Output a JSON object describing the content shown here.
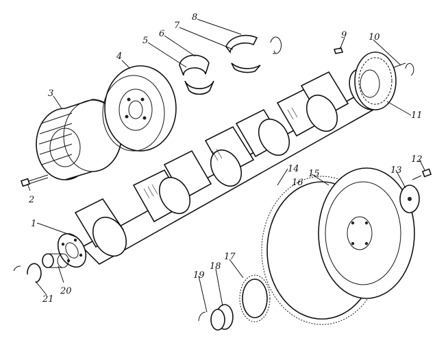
{
  "figure": {
    "part_labels": [
      {
        "id": "1",
        "text": "1"
      },
      {
        "id": "2",
        "text": "2"
      },
      {
        "id": "3",
        "text": "3"
      },
      {
        "id": "4",
        "text": "4"
      },
      {
        "id": "5",
        "text": "5"
      },
      {
        "id": "6",
        "text": "6"
      },
      {
        "id": "7",
        "text": "7"
      },
      {
        "id": "8",
        "text": "8"
      },
      {
        "id": "9",
        "text": "9"
      },
      {
        "id": "10",
        "text": "10"
      },
      {
        "id": "11",
        "text": "11"
      },
      {
        "id": "12",
        "text": "12"
      },
      {
        "id": "13",
        "text": "13"
      },
      {
        "id": "14",
        "text": "14"
      },
      {
        "id": "15",
        "text": "15"
      },
      {
        "id": "16",
        "text": "16"
      },
      {
        "id": "17",
        "text": "17"
      },
      {
        "id": "18",
        "text": "18"
      },
      {
        "id": "19",
        "text": "19"
      },
      {
        "id": "20",
        "text": "20"
      },
      {
        "id": "21",
        "text": "21"
      }
    ],
    "colors": {
      "ink": "#111111",
      "paper": "#ffffff"
    }
  }
}
